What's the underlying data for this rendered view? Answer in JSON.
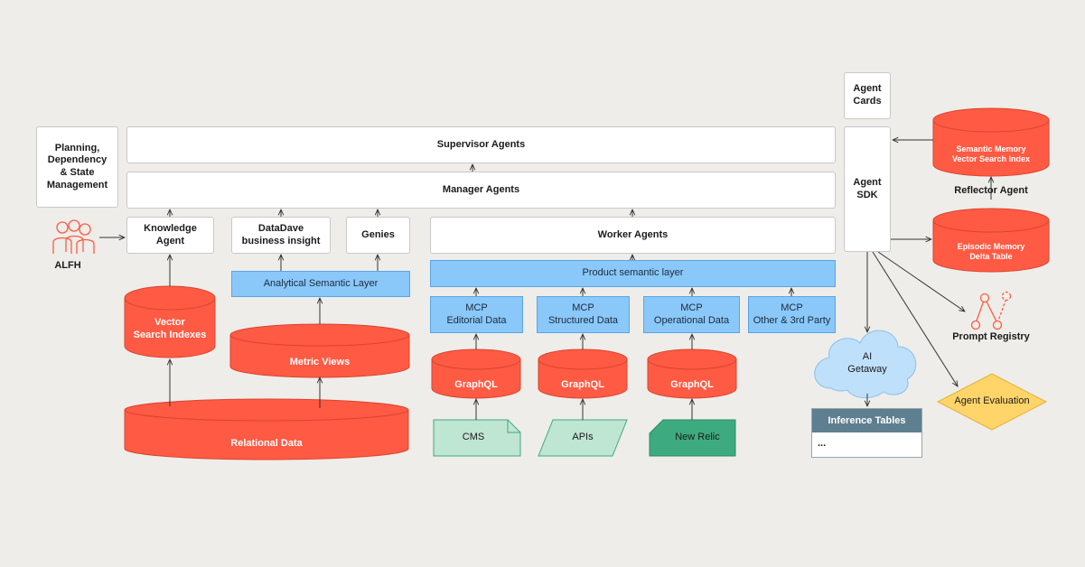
{
  "nodes": {
    "planning": "Planning,\nDependency\n& State\nManagement",
    "supervisor": "Supervisor Agents",
    "manager": "Manager Agents",
    "knowledge": "Knowledge\nAgent",
    "datadave": "DataDave\nbusiness insight",
    "genies": "Genies",
    "worker": "Worker Agents",
    "agent_cards": "Agent\nCards",
    "agent_sdk": "Agent\nSDK",
    "alfh": "ALFH",
    "analytical_layer": "Analytical Semantic Layer",
    "product_layer": "Product semantic layer",
    "mcp_editorial": "MCP\nEditorial Data",
    "mcp_structured": "MCP\nStructured Data",
    "mcp_operational": "MCP\nOperational Data",
    "mcp_other": "MCP\nOther & 3rd Party",
    "vector_search": "Vector\nSearch Indexes",
    "metric_views": "Metric Views",
    "relational": "Relational Data",
    "graphql_1": "GraphQL",
    "graphql_2": "GraphQL",
    "graphql_3": "GraphQL",
    "cms": "CMS",
    "apis": "APIs",
    "new_relic": "New Relic",
    "semantic_memory": "Semantic Memory\nVector Search Index",
    "reflector": "Reflector Agent",
    "episodic_memory": "Episodic Memory\nDelta Table",
    "prompt_registry": "Prompt Registry",
    "ai_gateway": "AI\nGetaway",
    "agent_eval": "Agent Evaluation",
    "inference_tables": "Inference Tables",
    "inference_rows": "..."
  },
  "colors": {
    "background": "#eeede9",
    "red": "#ff5a43",
    "red_dark": "#d84530",
    "blue": "#8ac8fa",
    "blue_border": "#5aa6e6",
    "mint": "#bfe5d3",
    "green": "#3dab7f",
    "yellow": "#ffd56a",
    "slate": "#5e7f8f",
    "cloud": "#bfe0fb"
  }
}
